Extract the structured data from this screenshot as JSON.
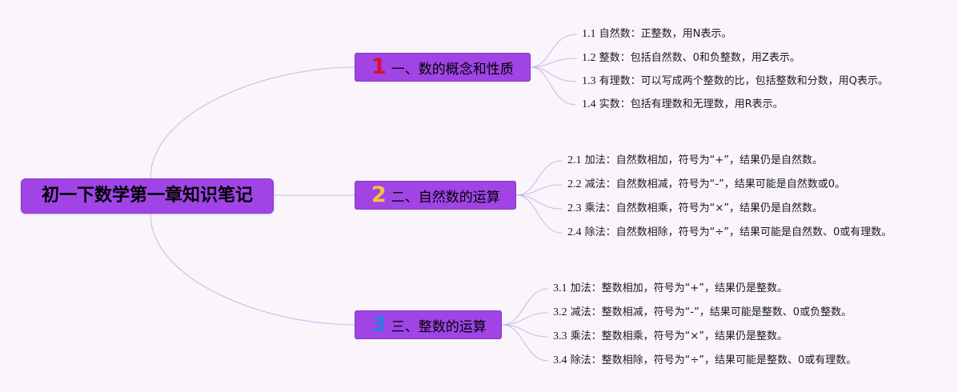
{
  "root": {
    "title": "初一下数学第一章知识笔记"
  },
  "branches": [
    {
      "number": "1",
      "title": "一、数的概念和性质",
      "items": [
        {
          "num": "1.1",
          "text": "自然数：正整数，用N表示。"
        },
        {
          "num": "1.2",
          "text": "整数：包括自然数、0和负整数，用Z表示。"
        },
        {
          "num": "1.3",
          "text": "有理数：可以写成两个整数的比，包括整数和分数，用Q表示。"
        },
        {
          "num": "1.4",
          "text": "实数：包括有理数和无理数，用R表示。"
        }
      ]
    },
    {
      "number": "2",
      "title": "二、自然数的运算",
      "items": [
        {
          "num": "2.1",
          "text": "加法：自然数相加，符号为“+”，结果仍是自然数。"
        },
        {
          "num": "2.2",
          "text": "减法：自然数相减，符号为“-”，结果可能是自然数或0。"
        },
        {
          "num": "2.3",
          "text": "乘法：自然数相乘，符号为“×”，结果仍是自然数。"
        },
        {
          "num": "2.4",
          "text": "除法：自然数相除，符号为“÷”，结果可能是自然数、0或有理数。"
        }
      ]
    },
    {
      "number": "3",
      "title": "三、整数的运算",
      "items": [
        {
          "num": "3.1",
          "text": "加法：整数相加，符号为“+”，结果仍是整数。"
        },
        {
          "num": "3.2",
          "text": "减法：整数相减，符号为“-”，结果可能是整数、0或负整数。"
        },
        {
          "num": "3.3",
          "text": "乘法：整数相乘，符号为“×”，结果仍是整数。"
        },
        {
          "num": "3.4",
          "text": "除法：整数相除，符号为“÷”，结果可能是整数、0或有理数。"
        }
      ]
    }
  ],
  "colors": {
    "node_fill": "#a044e6",
    "connector": "#c9b8e8",
    "background": "#f9f5fb",
    "number_1": "#d9112b",
    "number_2": "#f5c33b",
    "number_3": "#2e7be0"
  }
}
